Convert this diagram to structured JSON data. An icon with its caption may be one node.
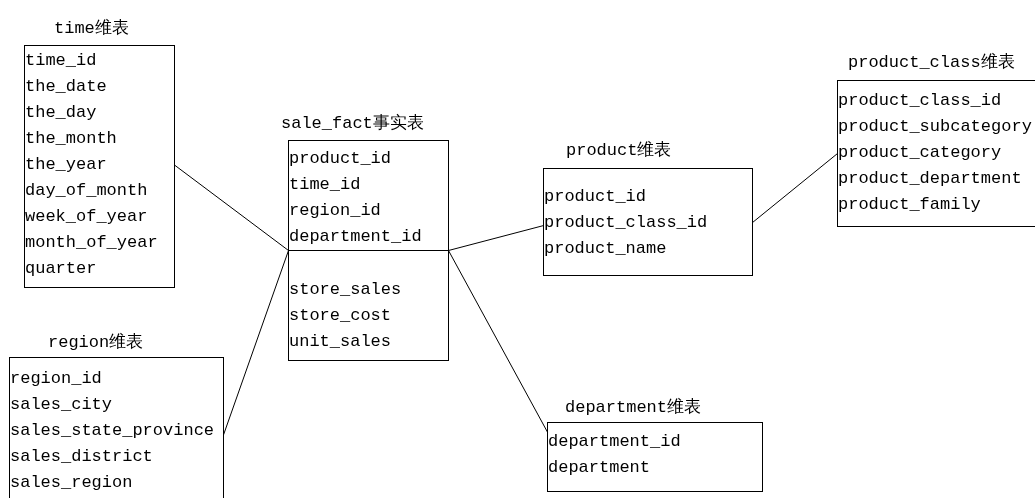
{
  "diagram": {
    "nodes": [
      {
        "text": [
          "time维表",
          "time_id",
          "the_date",
          "the_day",
          "the_month",
          "the_year",
          "day_of_month",
          "week_of_year",
          "month_of_year",
          "quarter"
        ]
      },
      {
        "text": [
          "sale_fact事实表",
          "product_id",
          "time_id",
          "region_id",
          "department_id",
          "store_sales",
          "store_cost",
          "unit_sales"
        ]
      },
      {
        "text": [
          "product维表",
          "product_id",
          "product_class_id",
          "product_name"
        ]
      },
      {
        "text": [
          "product_class维表",
          "product_class_id",
          "product_subcategory",
          "product_category",
          "product_department",
          "product_family"
        ]
      },
      {
        "text": [
          "region维表",
          "region_id",
          "sales_city",
          "sales_state_province",
          "sales_district",
          "sales_region"
        ]
      },
      {
        "text": [
          "department维表",
          "department_id",
          "department"
        ]
      }
    ],
    "edges": [
      {
        "from": 0,
        "to": 1,
        "arrow": "none"
      },
      {
        "from": 4,
        "to": 1,
        "arrow": "none"
      },
      {
        "from": 1,
        "to": 2,
        "arrow": "none"
      },
      {
        "from": 1,
        "to": 5,
        "arrow": "none"
      },
      {
        "from": 2,
        "to": 3,
        "arrow": "none"
      }
    ]
  }
}
